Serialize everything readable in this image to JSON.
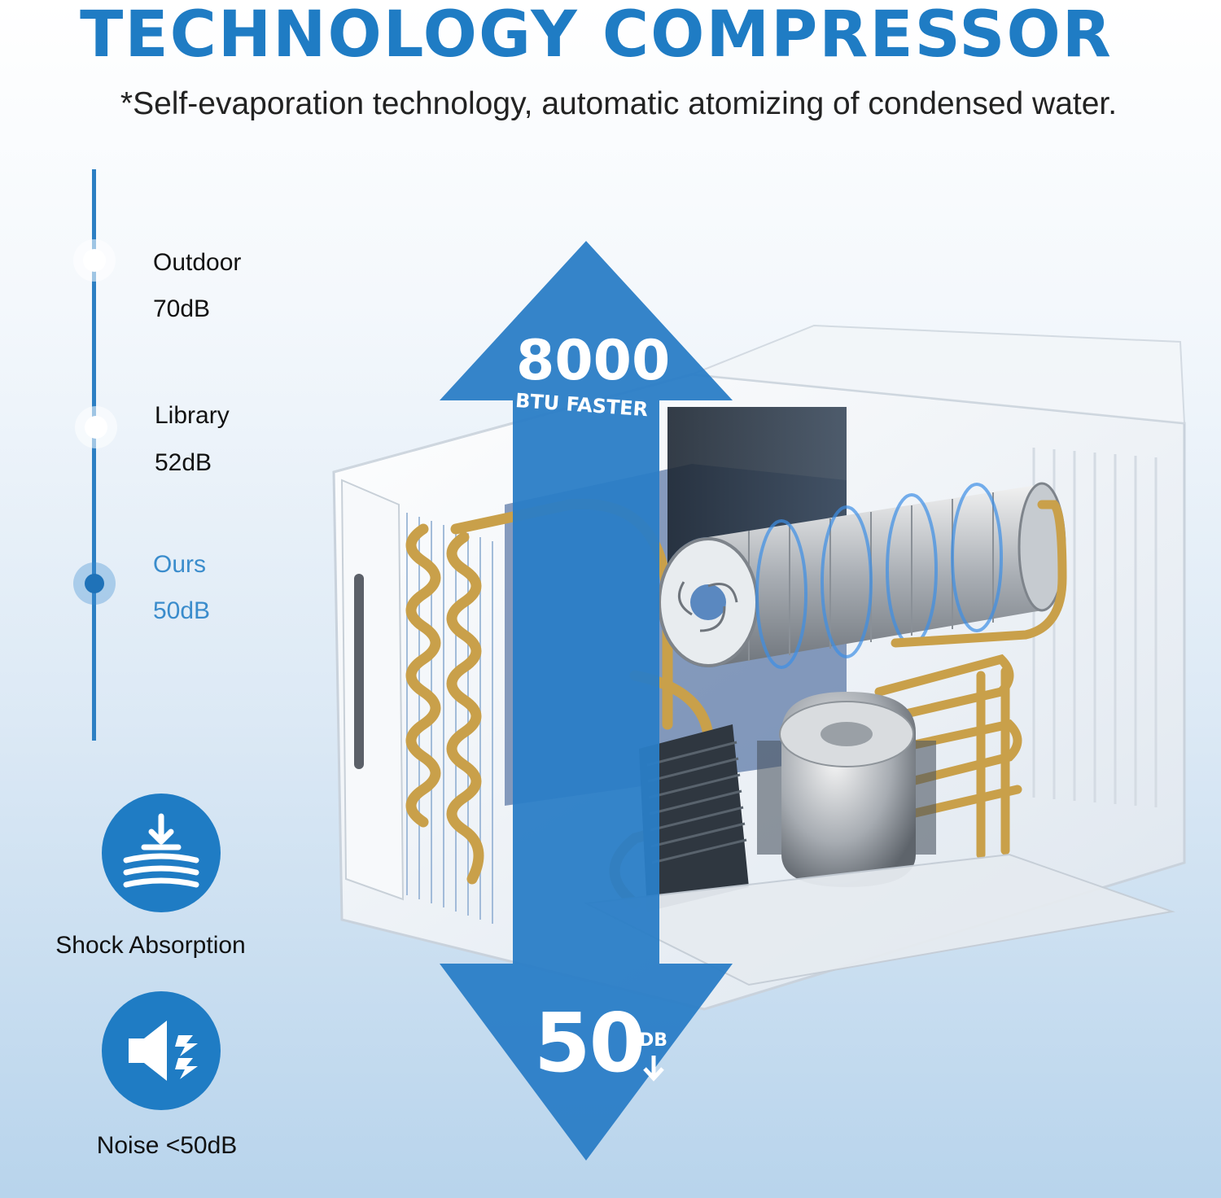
{
  "header": {
    "title": "TECHNOLOGY COMPRESSOR",
    "subtitle": "*Self-evaporation technology, automatic atomizing of condensed  water."
  },
  "noise_levels": [
    {
      "label": "Outdoor",
      "value": "70dB"
    },
    {
      "label": "Library",
      "value": "52dB"
    },
    {
      "label": "Ours",
      "value": "50dB"
    }
  ],
  "features": [
    {
      "icon": "shock-absorption-icon",
      "label": "Shock Absorption"
    },
    {
      "icon": "speaker-noise-icon",
      "label": "Noise <50dB"
    }
  ],
  "arrow": {
    "top_value": "8000",
    "top_caption": "BTU FASTER",
    "bottom_value": "50",
    "bottom_unit": "DB"
  },
  "colors": {
    "accent": "#1f7cc4",
    "arrow": "#2a7dc6",
    "highlight_text": "#3a8ccc",
    "copper": "#c9a04a"
  }
}
